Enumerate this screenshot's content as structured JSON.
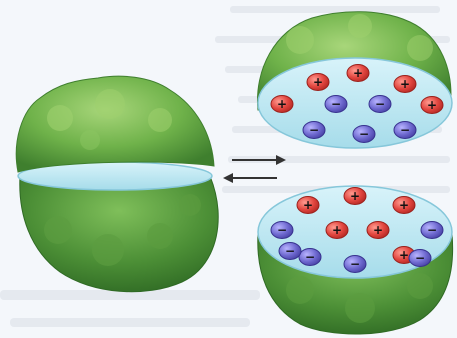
{
  "diagram": {
    "positive_symbol": "+",
    "negative_symbol": "−",
    "arrow_forward": "→",
    "arrow_backward": "←"
  },
  "colors": {
    "background": "#f4f7fb",
    "background_text": "#d9dee6",
    "granule_green": "#6fb24a",
    "granule_dark": "#3f7f2e",
    "surface_fill": "#bfe8f3",
    "surface_edge": "#86c7da",
    "cation_fill": "#e2463f",
    "anion_fill": "#6f6ad0",
    "arrow": "#333333"
  },
  "panels": {
    "left": {
      "description": "soil-granule-whole"
    },
    "top_right": {
      "cations": 5,
      "anions": 5
    },
    "bottom_right": {
      "cations": 6,
      "anions": 6
    }
  }
}
